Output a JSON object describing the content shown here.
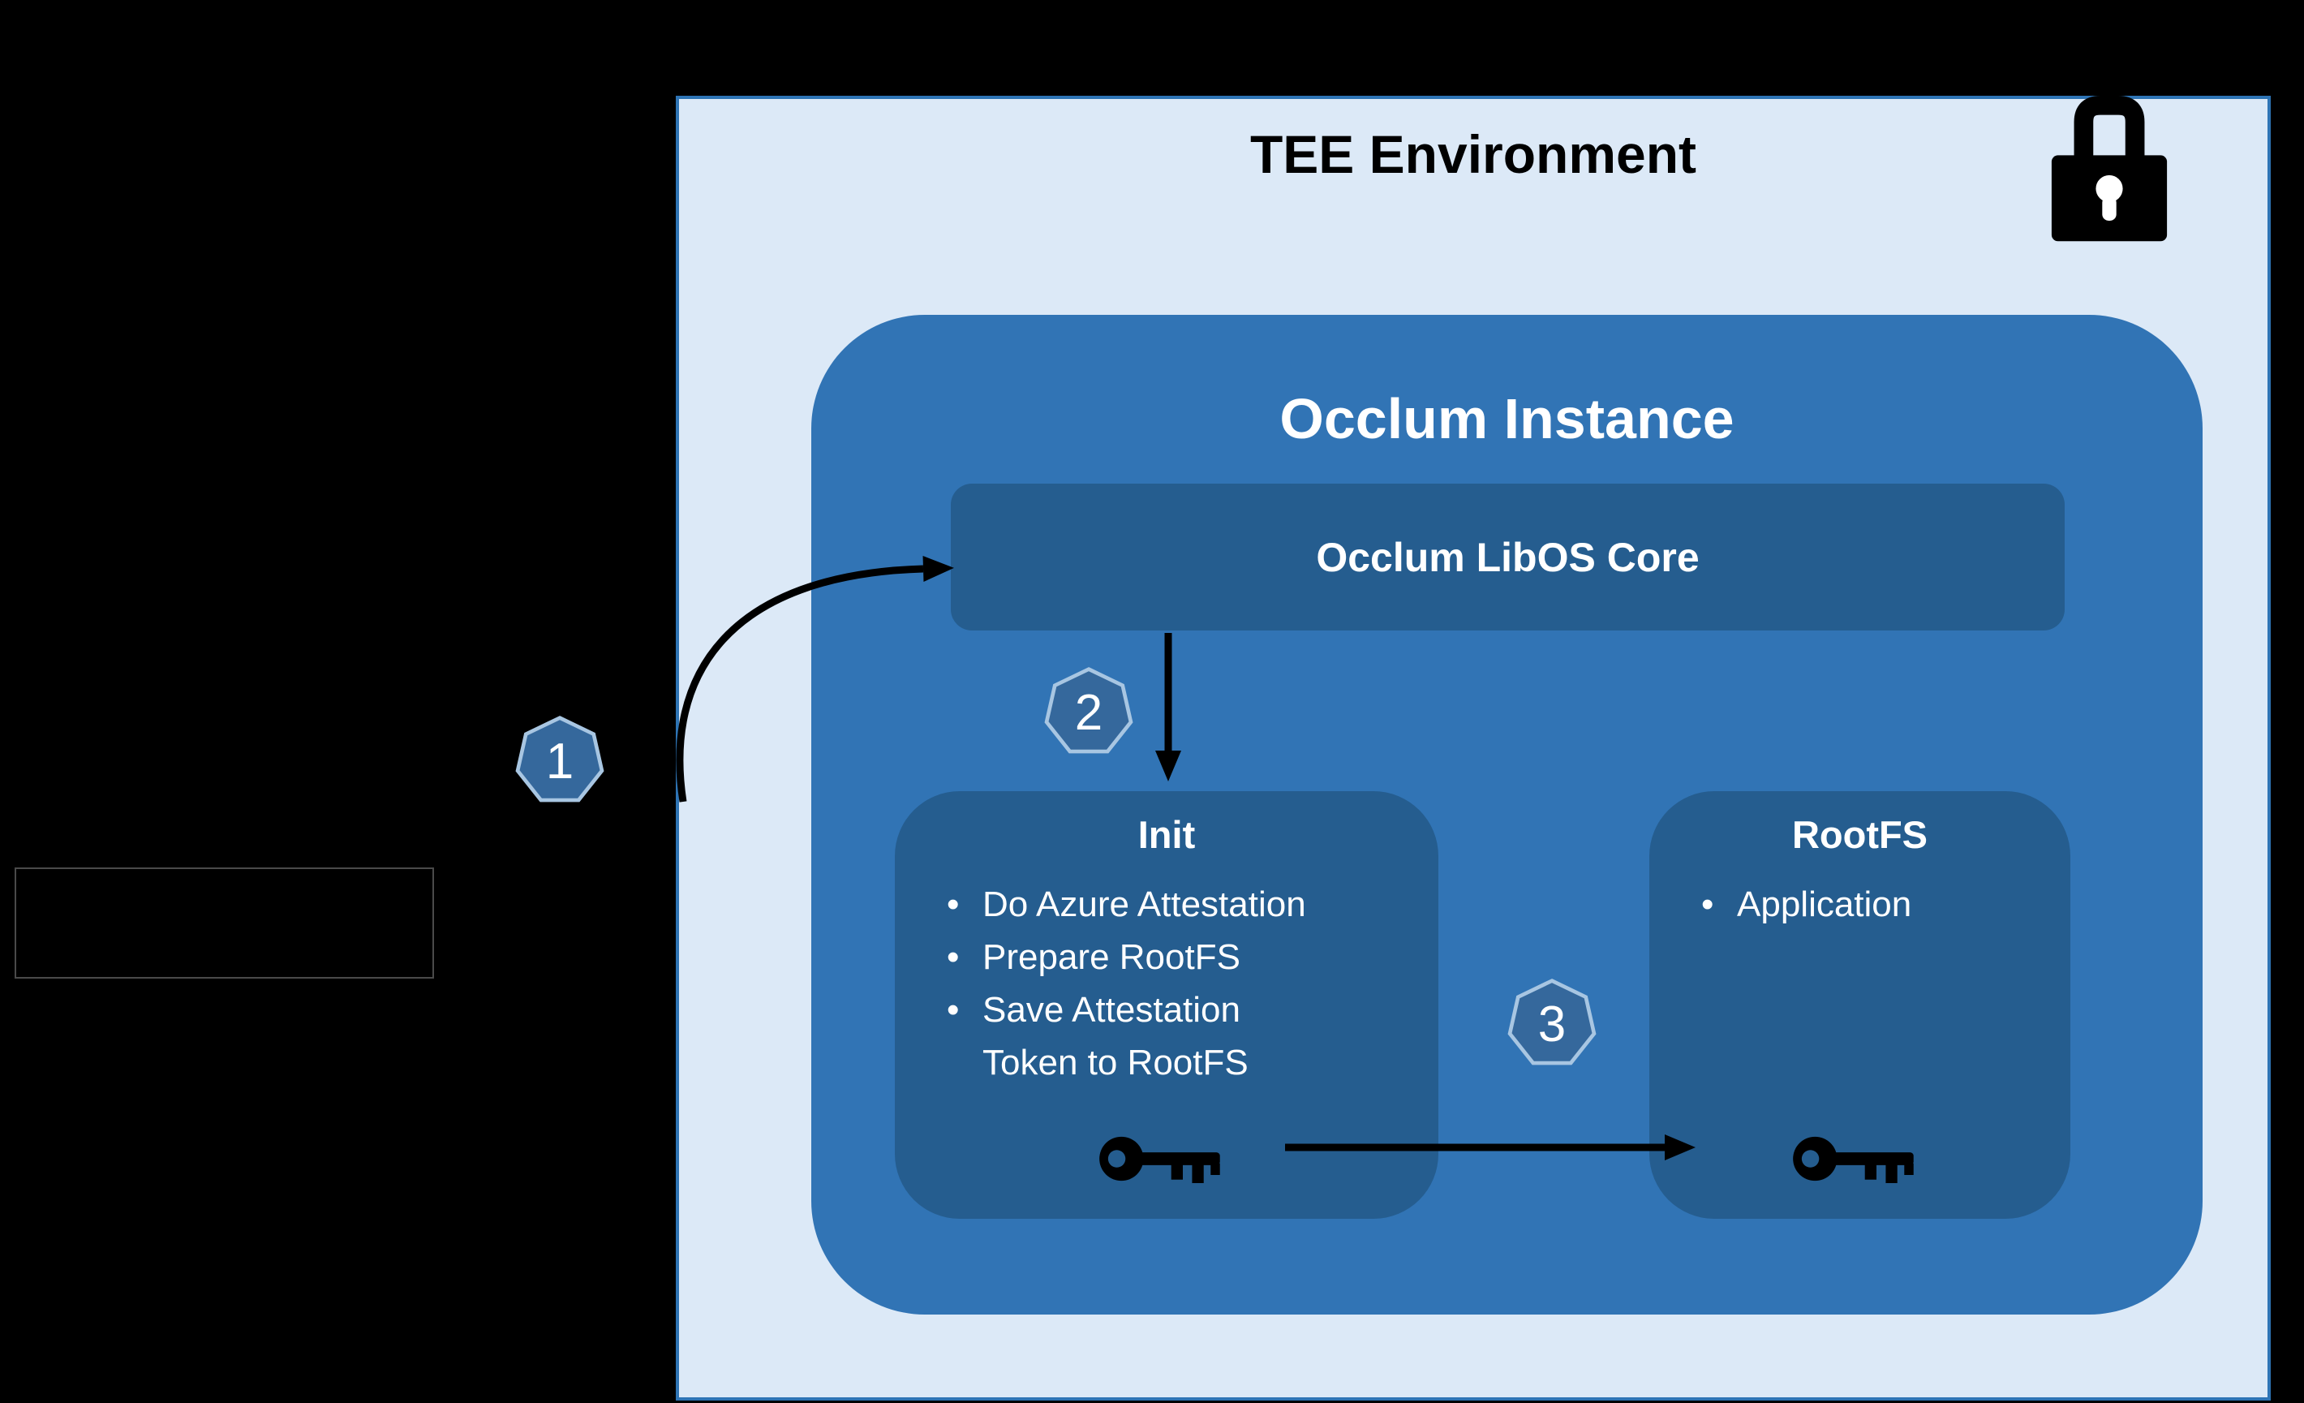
{
  "colors": {
    "page_bg": "#000000",
    "tee_bg": "#dce9f7",
    "tee_border": "#2e74b5",
    "occlum_bg": "#3174b5",
    "inner_bg": "#255d8f",
    "badge_bg": "#35689c",
    "badge_border": "#a8c6e2",
    "text_light": "#ffffff",
    "text_dark": "#000000",
    "arrow": "#000000"
  },
  "tee": {
    "title": "TEE Environment",
    "lock_icon": "padlock-icon"
  },
  "occlum": {
    "title": "Occlum Instance",
    "libos_label": "Occlum LibOS Core"
  },
  "init": {
    "title": "Init",
    "bullets": [
      "Do Azure Attestation",
      "Prepare RootFS",
      "Save Attestation Token to RootFS"
    ],
    "icon": "key-icon"
  },
  "rootfs": {
    "title": "RootFS",
    "bullets": [
      "Application"
    ],
    "icon": "key-icon"
  },
  "steps": [
    {
      "label": "1"
    },
    {
      "label": "2"
    },
    {
      "label": "3"
    }
  ]
}
